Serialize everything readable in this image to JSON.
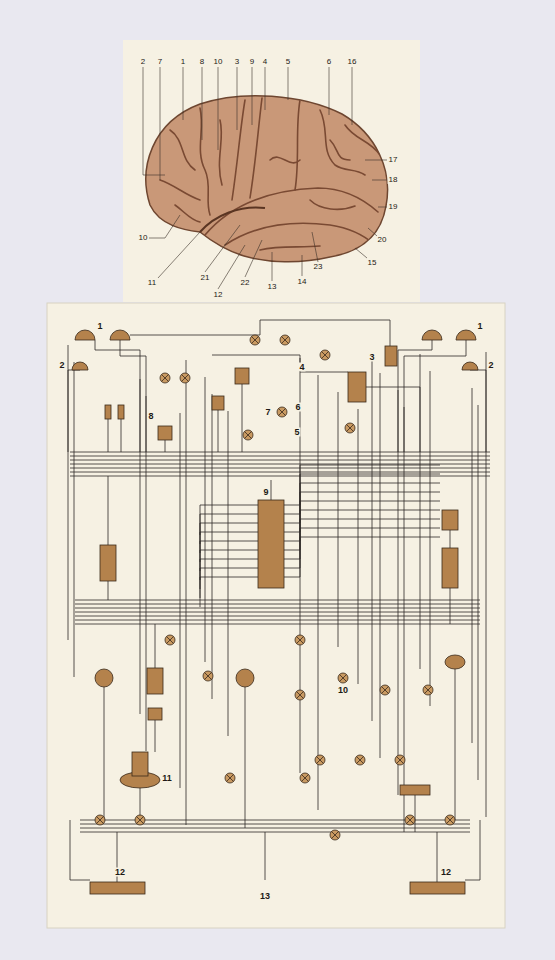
{
  "diagram": {
    "labels": [
      "2",
      "7",
      "1",
      "8",
      "10",
      "3",
      "9",
      "4",
      "5",
      "6",
      "16",
      "17",
      "18",
      "19",
      "20",
      "15",
      "10",
      "11",
      "21",
      "12",
      "22",
      "13",
      "14",
      "23",
      "1",
      "1",
      "2",
      "2",
      "3",
      "4",
      "5",
      "6",
      "7",
      "8",
      "9",
      "10",
      "11",
      "12",
      "12",
      "13"
    ]
  }
}
